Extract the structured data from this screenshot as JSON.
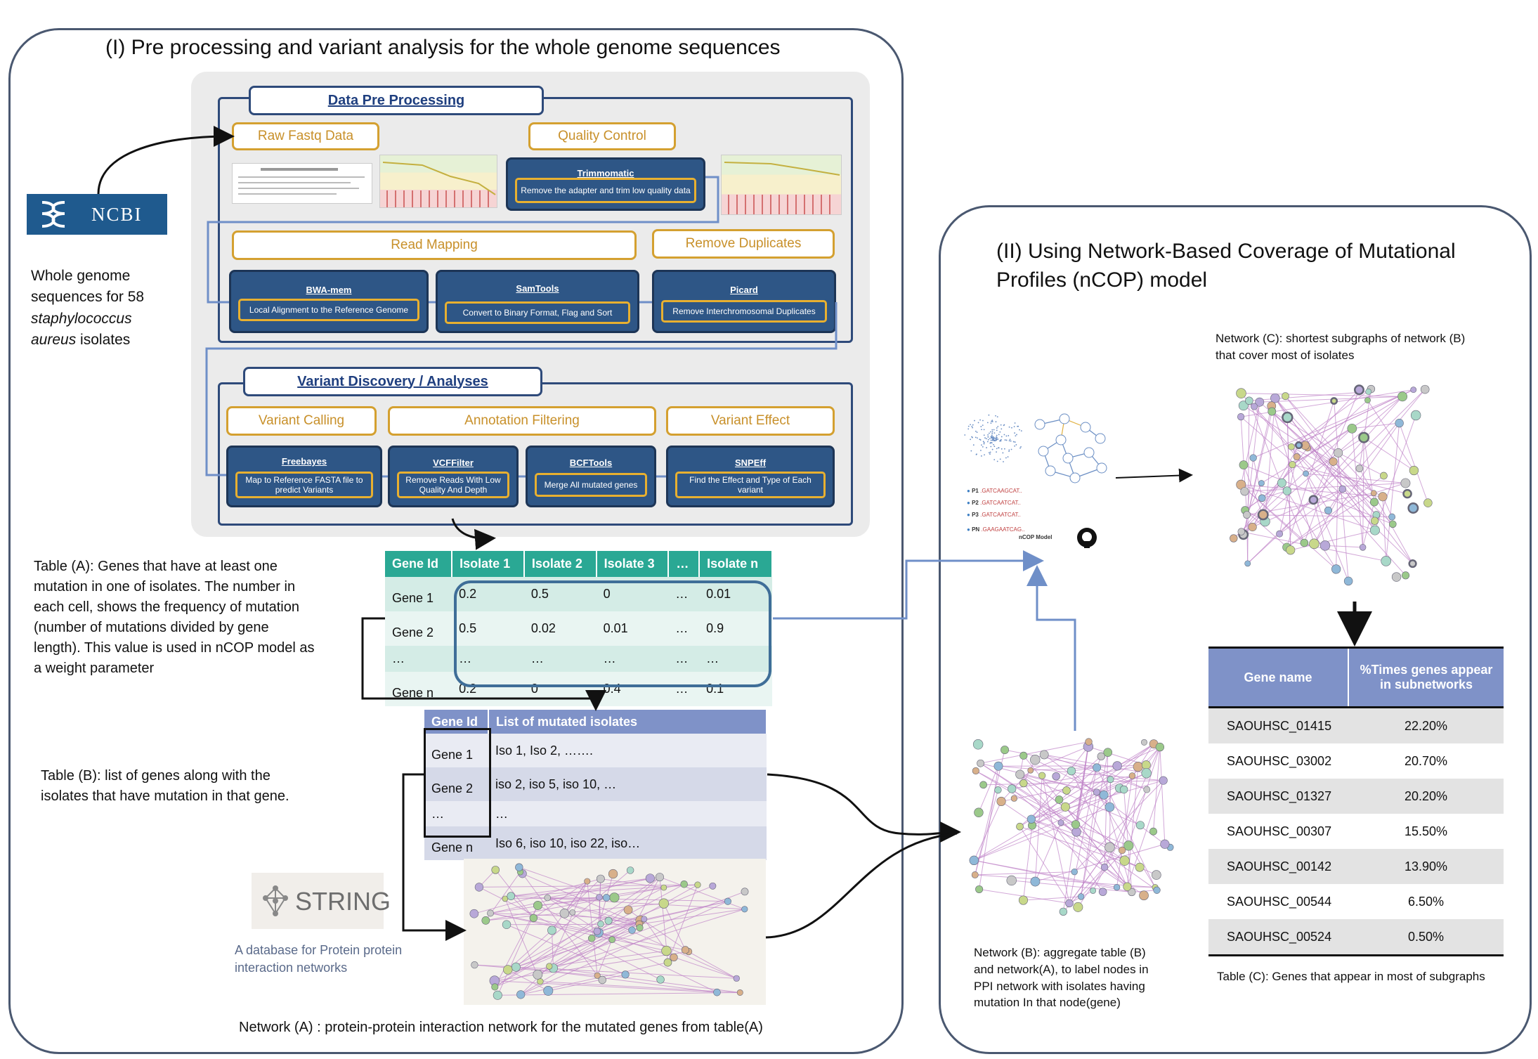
{
  "panel1": {
    "title": "(I) Pre processing and variant analysis for the whole genome sequences"
  },
  "panel2": {
    "title": "(II) Using Network-Based Coverage of Mutational Profiles (nCOP) model"
  },
  "ncbi": {
    "logo_text": "NCBI",
    "caption_line1": "Whole genome",
    "caption_line2": "sequences for 58",
    "caption_italic1": "staphylococcus",
    "caption_italic2": "aureus",
    "caption_tail": " isolates"
  },
  "preprocessing": {
    "header": "Data Pre Processing",
    "raw": "Raw Fastq Data",
    "qc": "Quality Control",
    "trimmomatic": {
      "name": "Trimmomatic",
      "desc": "Remove the adapter and trim low quality data"
    },
    "read_mapping": "Read Mapping",
    "remove_duplicates": "Remove Duplicates",
    "bwa": {
      "name": "BWA-mem",
      "desc": "Local Alignment to the Reference Genome"
    },
    "samtools": {
      "name": "SamTools",
      "desc": "Convert to Binary Format, Flag and Sort"
    },
    "picard": {
      "name": "Picard",
      "desc": "Remove Interchromosomal Duplicates"
    }
  },
  "variant": {
    "header": "Variant Discovery / Analyses",
    "calling": "Variant Calling",
    "annotation": "Annotation Filtering",
    "effect": "Variant Effect",
    "freebayes": {
      "name": "Freebayes",
      "desc": "Map to Reference FASTA file to predict Variants"
    },
    "vcffilter": {
      "name": "VCFFilter",
      "desc": "Remove Reads With Low Quality And Depth"
    },
    "bcftools": {
      "name": "BCFTools",
      "desc": "Merge All  mutated genes"
    },
    "snpeff": {
      "name": "SNPEff",
      "desc": "Find the Effect and Type of Each variant"
    }
  },
  "tableA": {
    "caption": "Table (A): Genes that have at least one mutation in one of isolates. The number in each cell, shows the frequency of mutation (number of mutations divided by gene length). This value is used in nCOP  model as a weight  parameter",
    "headers": [
      "Gene Id",
      "Isolate 1",
      "Isolate 2",
      "Isolate 3",
      "…",
      "Isolate n"
    ],
    "rows": [
      [
        "Gene 1",
        "0.2",
        "0.5",
        "0",
        "…",
        "0.01"
      ],
      [
        "Gene 2",
        "0.5",
        "0.02",
        "0.01",
        "…",
        "0.9"
      ],
      [
        "…",
        "…",
        "…",
        "…",
        "…",
        "…"
      ],
      [
        "Gene n",
        "0.2",
        "0",
        "0.4",
        "…",
        "0.1"
      ]
    ]
  },
  "tableB": {
    "caption": "Table (B): list of genes along with the isolates that have mutation in that gene.",
    "headers": [
      "Gene Id",
      "List of mutated isolates"
    ],
    "rows": [
      [
        "Gene 1",
        "Iso 1, Iso 2, ……."
      ],
      [
        "Gene 2",
        "iso 2, iso 5, iso 10, …"
      ],
      [
        "…",
        "…"
      ],
      [
        "Gene n",
        "Iso 6, iso 10, iso 22, iso…"
      ]
    ]
  },
  "string": {
    "logo_text": "STRING",
    "caption": "A database for Protein protein interaction networks"
  },
  "networkA": {
    "caption": "Network (A) : protein-protein interaction network for the mutated genes from table(A)"
  },
  "networkB": {
    "caption": "Network (B): aggregate table (B) and network(A), to label nodes in PPI network with isolates having mutation In that node(gene)"
  },
  "networkC": {
    "caption": "Network (C): shortest subgraphs of network (B) that cover most of isolates"
  },
  "ncop": {
    "label": "nCOP Model",
    "patients": [
      "P1",
      "P2",
      "P3",
      "PN"
    ],
    "seqs": [
      ".GATCAAGCAT..",
      ".GATCAATCAT..",
      ".GATCAATCAT..",
      ".GAAGAATCAG.."
    ]
  },
  "tableC": {
    "caption": "Table (C): Genes that appear in most of subgraphs",
    "headers": [
      "Gene name",
      "%Times genes appear in subnetworks"
    ],
    "rows": [
      [
        "SAOUHSC_01415",
        "22.20%"
      ],
      [
        "SAOUHSC_03002",
        "20.70%"
      ],
      [
        "SAOUHSC_01327",
        "20.20%"
      ],
      [
        "SAOUHSC_00307",
        "15.50%"
      ],
      [
        "SAOUHSC_00142",
        "13.90%"
      ],
      [
        "SAOUHSC_00544",
        "6.50%"
      ],
      [
        "SAOUHSC_00524",
        "0.50%"
      ]
    ]
  }
}
